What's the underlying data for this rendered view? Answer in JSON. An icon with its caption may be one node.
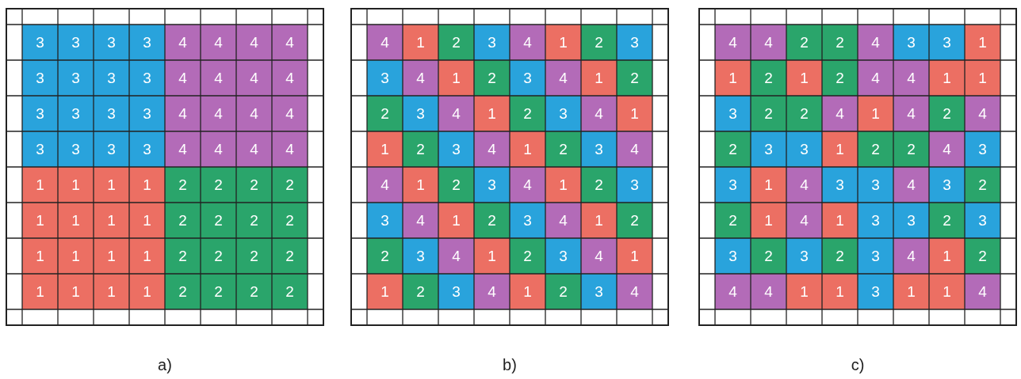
{
  "diagram": {
    "nodes": [
      {
        "text": [
          "a)"
        ]
      },
      {
        "text": [
          "b)"
        ]
      },
      {
        "text": [
          "c)"
        ]
      }
    ],
    "labels": [
      "3",
      "3",
      "3",
      "3",
      "4",
      "4",
      "4",
      "4",
      "3",
      "3",
      "3",
      "3",
      "4",
      "4",
      "4",
      "4",
      "3",
      "3",
      "3",
      "3",
      "4",
      "4",
      "4",
      "4",
      "3",
      "3",
      "3",
      "3",
      "4",
      "4",
      "4",
      "4",
      "1",
      "1",
      "1",
      "1",
      "2",
      "2",
      "2",
      "2",
      "1",
      "1",
      "1",
      "1",
      "2",
      "2",
      "2",
      "2",
      "1",
      "1",
      "1",
      "1",
      "2",
      "2",
      "2",
      "2",
      "1",
      "1",
      "1",
      "1",
      "2",
      "2",
      "2",
      "2",
      "4",
      "1",
      "2",
      "3",
      "4",
      "1",
      "2",
      "3",
      "3",
      "4",
      "1",
      "2",
      "3",
      "4",
      "1",
      "2",
      "2",
      "3",
      "4",
      "1",
      "2",
      "3",
      "4",
      "1",
      "1",
      "2",
      "3",
      "4",
      "1",
      "2",
      "3",
      "4",
      "4",
      "1",
      "2",
      "3",
      "4",
      "1",
      "2",
      "3",
      "3",
      "4",
      "1",
      "2",
      "3",
      "4",
      "1",
      "2",
      "2",
      "3",
      "4",
      "1",
      "2",
      "3",
      "4",
      "1",
      "1",
      "2",
      "3",
      "4",
      "1",
      "2",
      "3",
      "4",
      "4",
      "4",
      "2",
      "2",
      "4",
      "3",
      "3",
      "1",
      "1",
      "2",
      "1",
      "2",
      "4",
      "4",
      "1",
      "1",
      "3",
      "2",
      "2",
      "4",
      "1",
      "4",
      "2",
      "4",
      "2",
      "3",
      "3",
      "1",
      "2",
      "2",
      "4",
      "3",
      "3",
      "1",
      "4",
      "3",
      "3",
      "4",
      "3",
      "2",
      "2",
      "1",
      "4",
      "1",
      "3",
      "3",
      "2",
      "3",
      "3",
      "2",
      "3",
      "2",
      "3",
      "4",
      "1",
      "2",
      "4",
      "4",
      "1",
      "1",
      "3",
      "1",
      "1",
      "4"
    ]
  }
}
